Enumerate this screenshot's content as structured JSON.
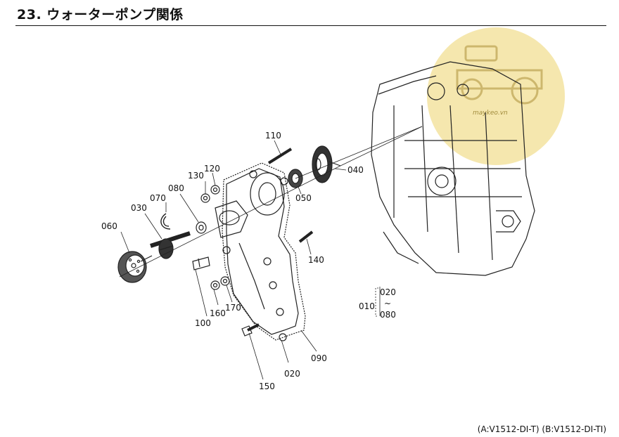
{
  "title": "23. ウォーターポンプ関係",
  "footer": "(A:V1512-DI-T) (B:V1512-DI-TI)",
  "watermark": {
    "text": "maykeo.vn",
    "color": "#f3e3a0"
  },
  "part_labels": {
    "p110": "110",
    "p120": "120",
    "p130": "130",
    "p070": "070",
    "p080": "080",
    "p030": "030",
    "p060": "060",
    "p040": "040",
    "p050": "050",
    "p140": "140",
    "p100": "100",
    "p160": "160",
    "p170": "170",
    "p020": "020",
    "p090": "090",
    "p150": "150"
  },
  "assembly_note": {
    "main": "010",
    "from": "020",
    "to": "080",
    "tilde": "~"
  }
}
